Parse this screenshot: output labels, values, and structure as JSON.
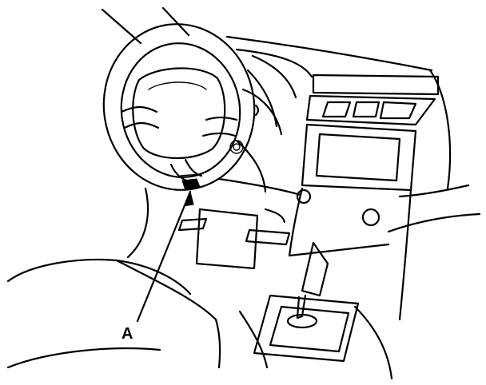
{
  "diagram": {
    "callout_label": "A",
    "line_color": "#000000",
    "background_color": "#ffffff",
    "parts": [
      "steering-wheel",
      "airbag-hub",
      "dashboard",
      "instrument-cluster",
      "center-console",
      "audio-unit",
      "gear-shift-lever",
      "driver-seat",
      "dlc-connector"
    ]
  }
}
